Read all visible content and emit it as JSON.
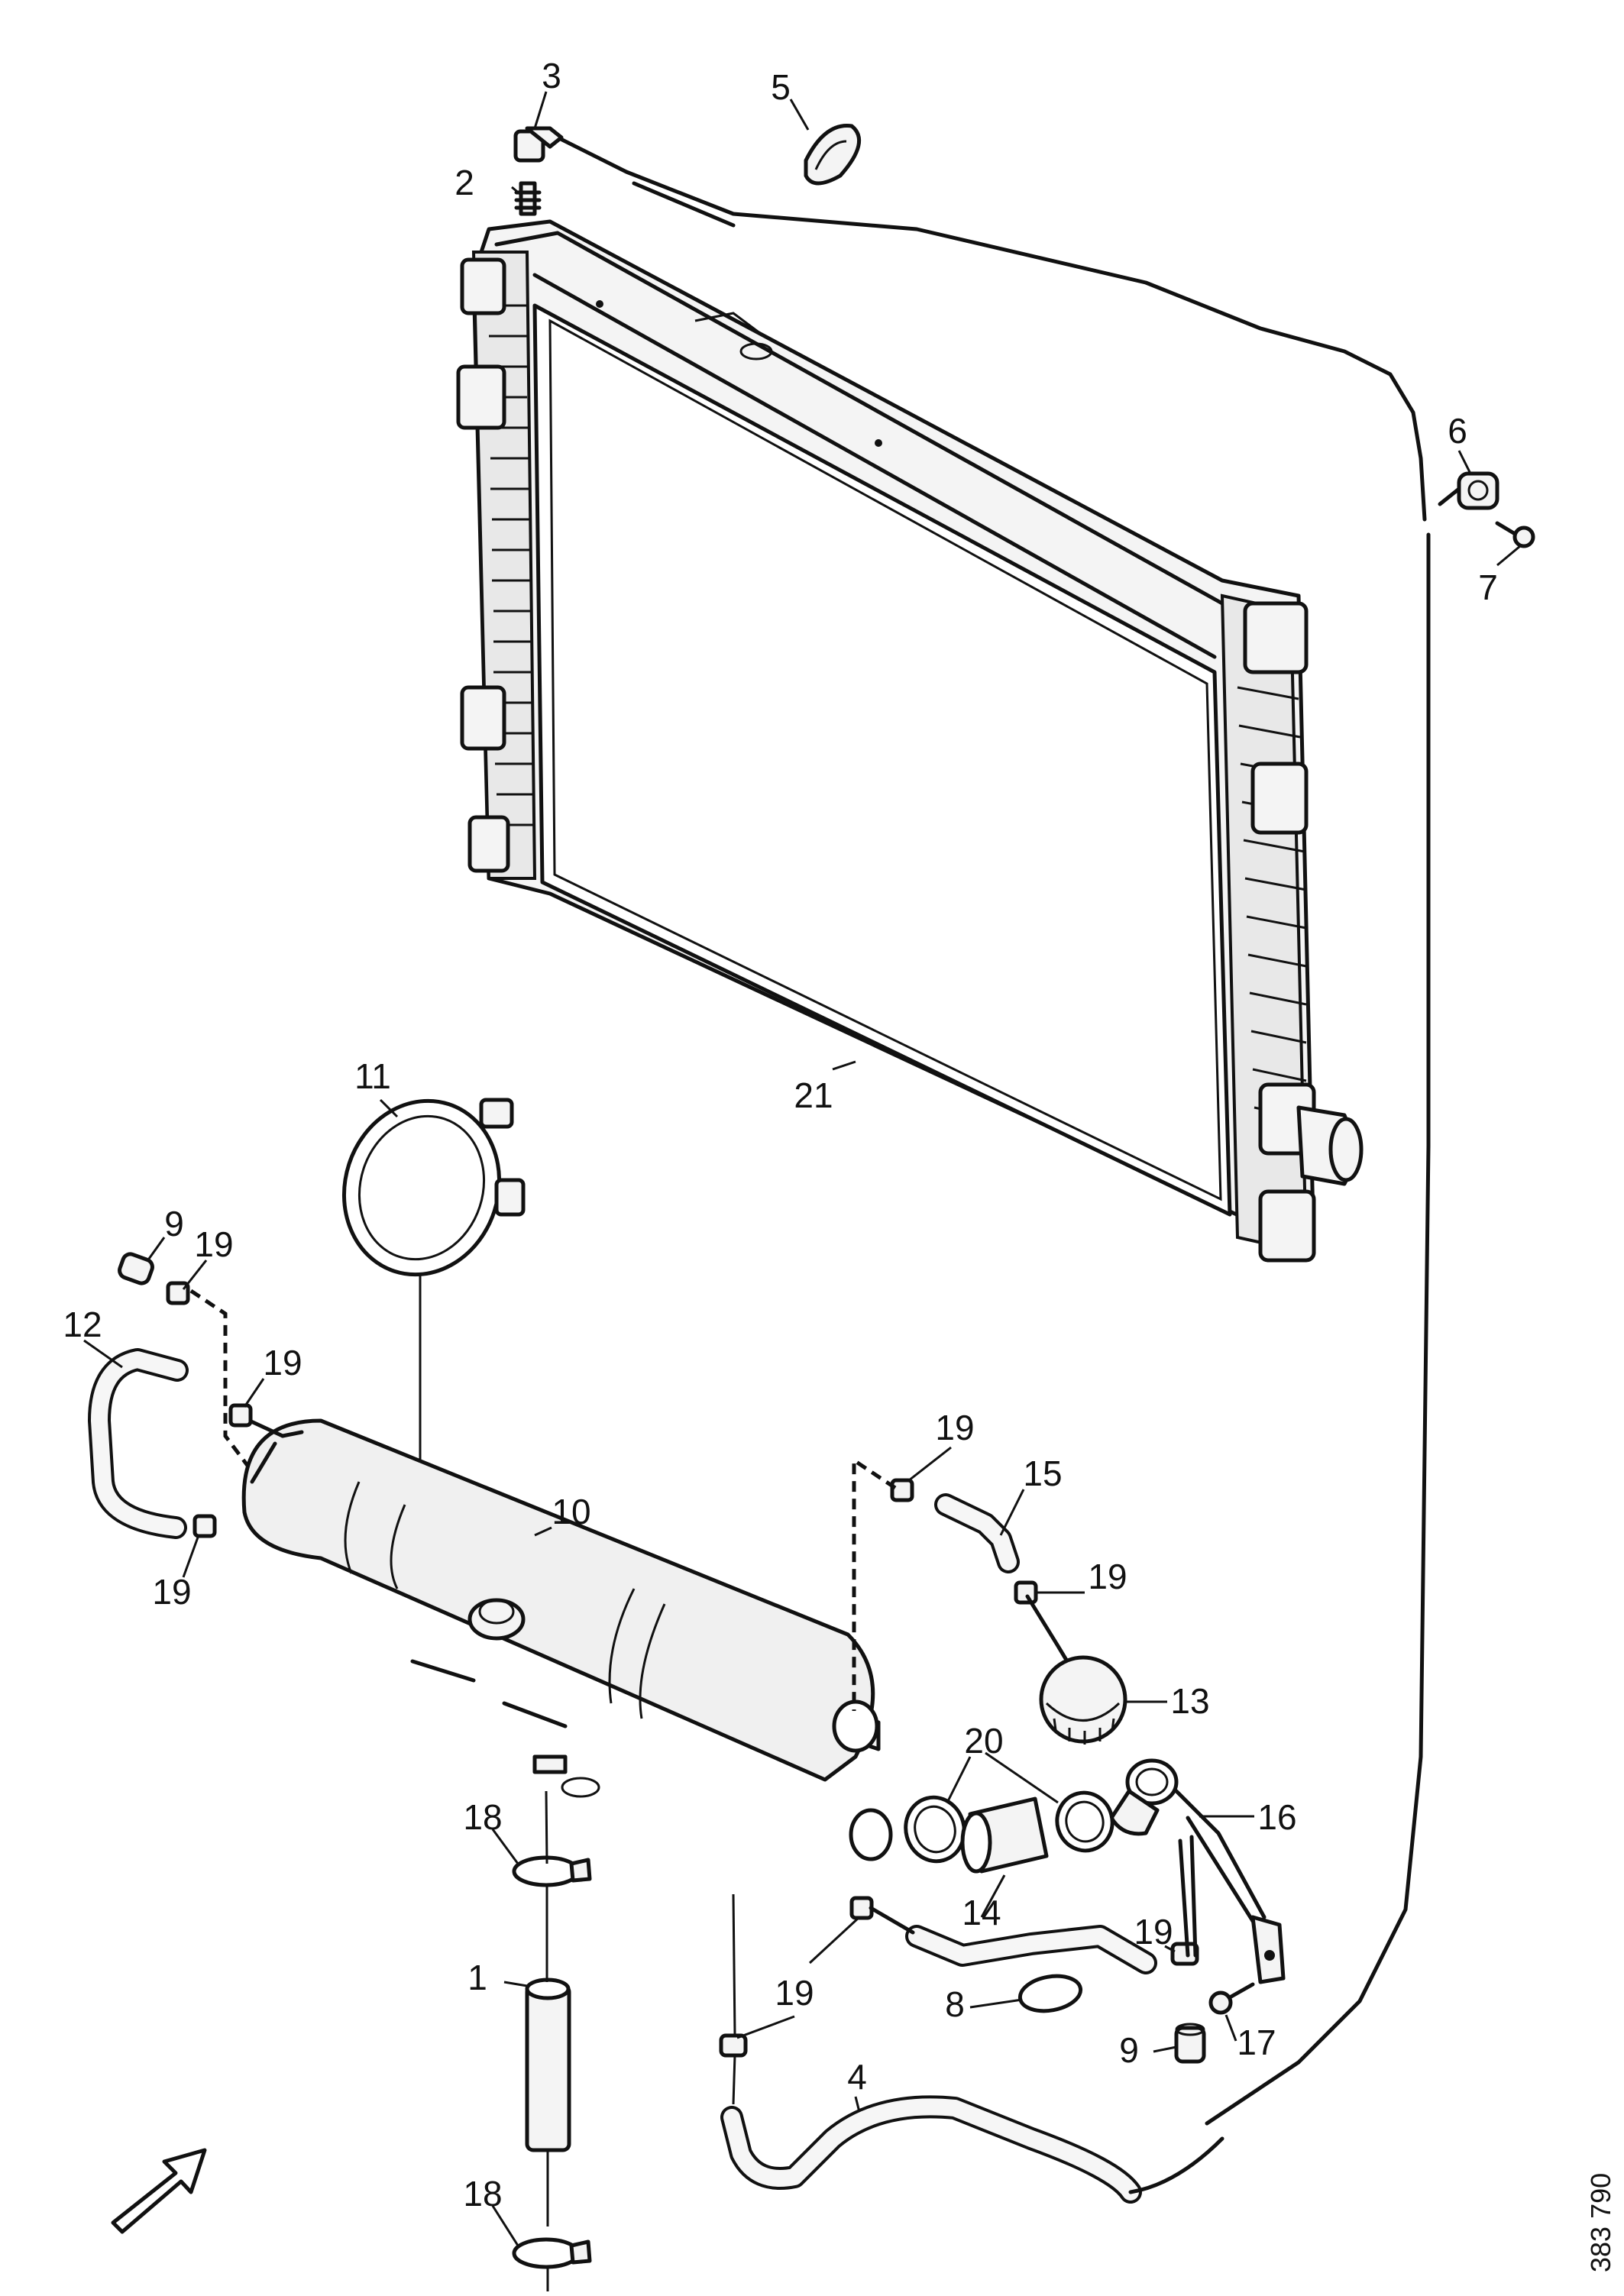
{
  "figure_ref": "383 790",
  "callouts": {
    "c1": "1",
    "c2": "2",
    "c3": "3",
    "c4": "4",
    "c5": "5",
    "c6": "6",
    "c7": "7",
    "c8": "8",
    "c9a": "9",
    "c9b": "9",
    "c10": "10",
    "c11": "11",
    "c12": "12",
    "c13": "13",
    "c14": "14",
    "c15": "15",
    "c16": "16",
    "c17": "17",
    "c18a": "18",
    "c18b": "18",
    "c19a": "19",
    "c19b": "19",
    "c19c": "19",
    "c19d": "19",
    "c19e": "19",
    "c19f": "19",
    "c19g": "19",
    "c20": "20",
    "c21": "21"
  },
  "icons": {
    "direction": "arrow-up-right-icon"
  }
}
